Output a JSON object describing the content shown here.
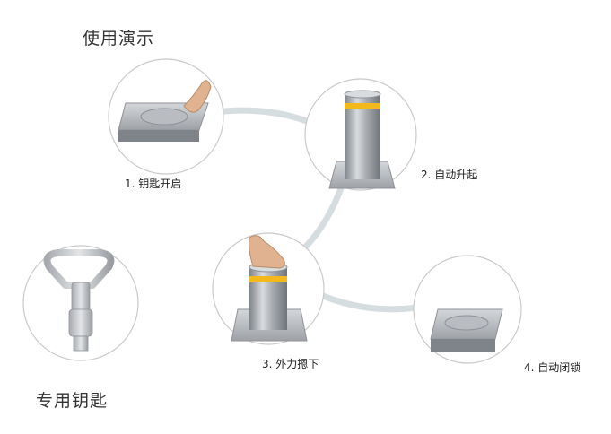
{
  "title": "使用演示",
  "key_title": "专用钥匙",
  "steps": [
    {
      "label": "1. 钥匙开启"
    },
    {
      "label": "2. 自动升起"
    },
    {
      "label": "3. 外力摁下"
    },
    {
      "label": "4. 自动闭锁"
    }
  ],
  "colors": {
    "connector": "#d6dde0",
    "circle_stroke": "#c9c9c9",
    "steel": "#b9bcc0",
    "steel_dark": "#8e9298",
    "stripe": "#f2b81c",
    "text": "#333333"
  },
  "icons": [
    "key-icon",
    "hand-icon",
    "bollard-icon"
  ]
}
